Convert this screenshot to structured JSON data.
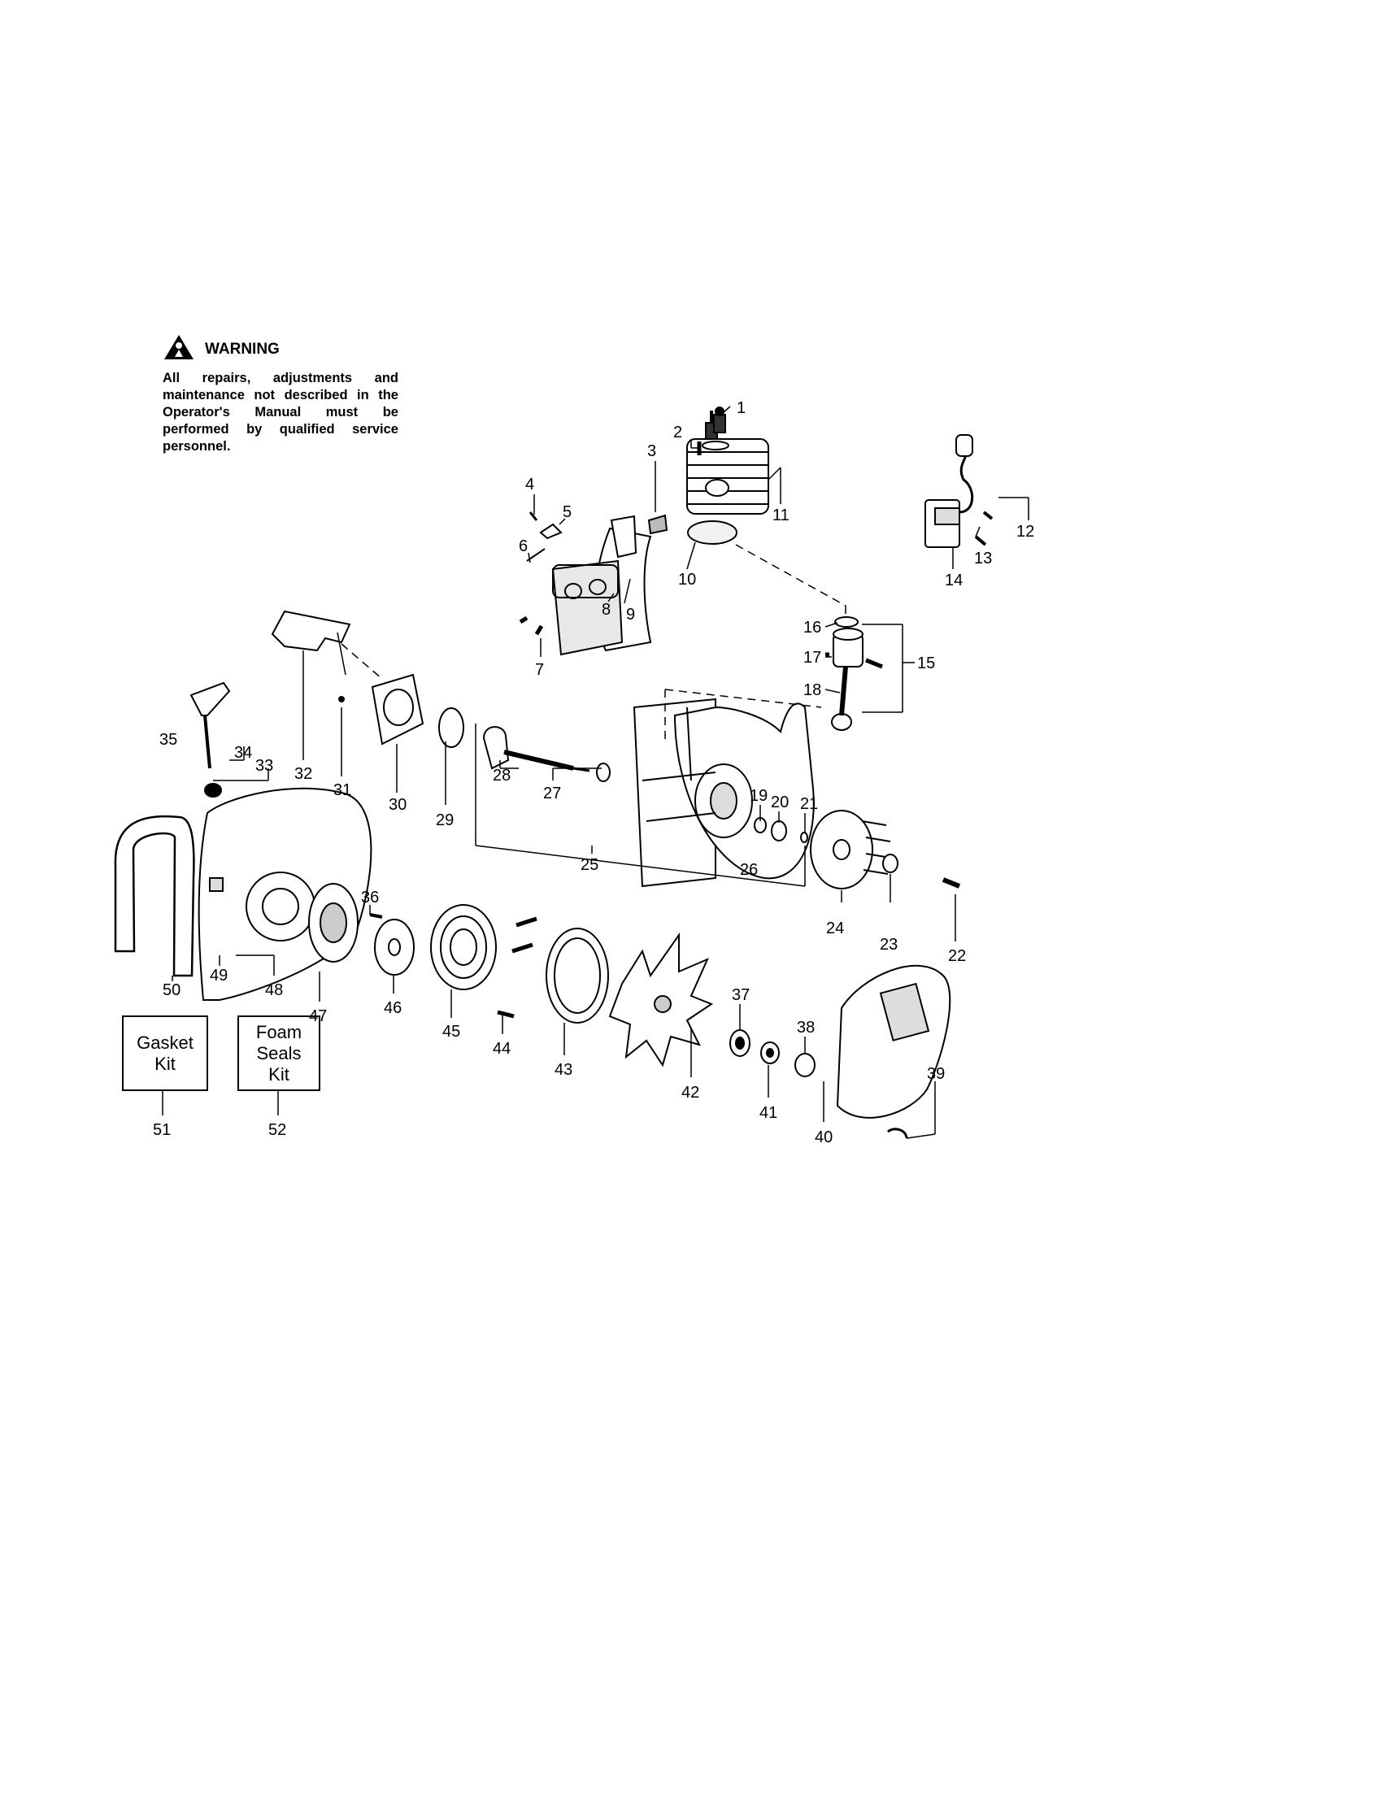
{
  "warning": {
    "title": "WARNING",
    "text": "All repairs, adjustments and maintenance not described in the Operator's Manual must be performed by qualified service personnel."
  },
  "kits": [
    {
      "line1": "Gasket",
      "line2": "Kit",
      "line3": ""
    },
    {
      "line1": "Foam",
      "line2": "Seals",
      "line3": "Kit"
    }
  ],
  "callouts": [
    "1",
    "2",
    "3",
    "4",
    "5",
    "6",
    "7",
    "8",
    "9",
    "10",
    "11",
    "12",
    "13",
    "14",
    "15",
    "16",
    "17",
    "18",
    "19",
    "20",
    "21",
    "22",
    "23",
    "24",
    "25",
    "26",
    "27",
    "28",
    "29",
    "30",
    "31",
    "32",
    "33",
    "34",
    "35",
    "36",
    "37",
    "38",
    "39",
    "40",
    "41",
    "42",
    "43",
    "44",
    "45",
    "46",
    "47",
    "48",
    "49",
    "50",
    "51",
    "52"
  ],
  "colors": {
    "ink": "#000000",
    "paper": "#ffffff",
    "fill": "#e8e8e8",
    "dark": "#333333"
  }
}
